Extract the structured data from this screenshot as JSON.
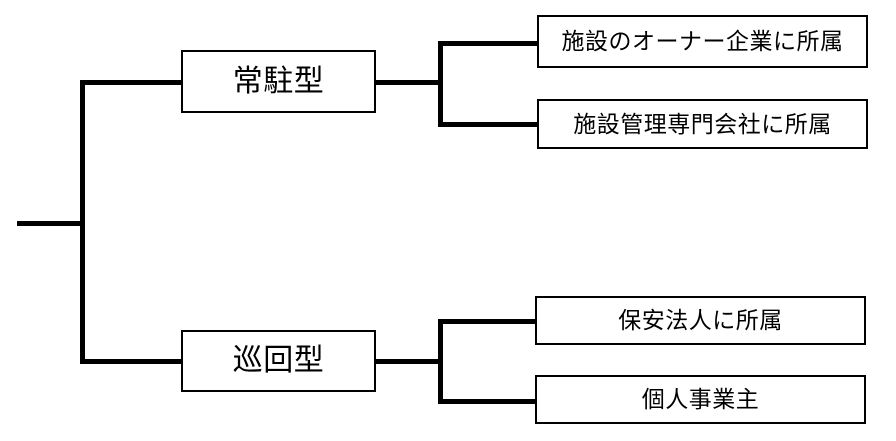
{
  "diagram": {
    "type": "tree-diagram",
    "orientation": "left-to-right",
    "line_color": "#000000",
    "box_border_color": "#000000",
    "background_color": "#ffffff",
    "root": {
      "label": ""
    },
    "branches": [
      {
        "id": "resident",
        "label": "常駐型",
        "children": [
          {
            "id": "owner-company",
            "label": "施設のオーナー企業に所属"
          },
          {
            "id": "facility-mgmt-company",
            "label": "施設管理専門会社に所属"
          }
        ]
      },
      {
        "id": "patrol",
        "label": "巡回型",
        "children": [
          {
            "id": "security-corporation",
            "label": "保安法人に所属"
          },
          {
            "id": "sole-proprietor",
            "label": "個人事業主"
          }
        ]
      }
    ]
  }
}
